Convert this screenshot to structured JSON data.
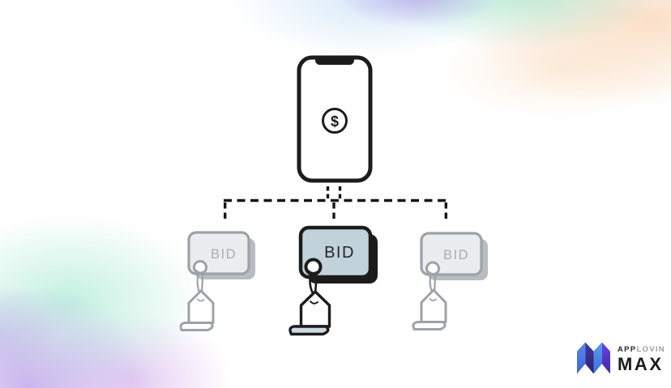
{
  "diagram": {
    "phone": {
      "icon": "smartphone-dollar-icon",
      "currency_symbol": "$"
    },
    "bids": [
      {
        "label": "BID",
        "state": "inactive",
        "icon": "bid-card-price-tag-icon"
      },
      {
        "label": "BID",
        "state": "active",
        "icon": "bid-card-price-tag-icon"
      },
      {
        "label": "BID",
        "state": "inactive",
        "icon": "bid-card-price-tag-icon"
      }
    ]
  },
  "branding": {
    "logo_icon": "applovin-max-m-icon",
    "app": "APP",
    "lovin": "LOVIN",
    "max": "MAX"
  },
  "colors": {
    "background": "#ffffff",
    "outline_black": "#1c1c1c",
    "active_bid_fill": "#c1d2db",
    "active_curl_fill": "#ccdae2",
    "inactive_stroke": "#9ca2a7",
    "inactive_fill": "#eaecee",
    "inactive_text": "#a8aeb3",
    "inactive_shadow": "#b7bcc1",
    "logo_blue": "#4a7de2",
    "logo_indigo": "#3b2f96",
    "logo_bright_blue": "#4a8ee6",
    "logo_violet": "#5638cf",
    "decor_teal": "#8ae2c4",
    "decor_peach": "#fadabe",
    "decor_lavender": "#baa0e8"
  }
}
